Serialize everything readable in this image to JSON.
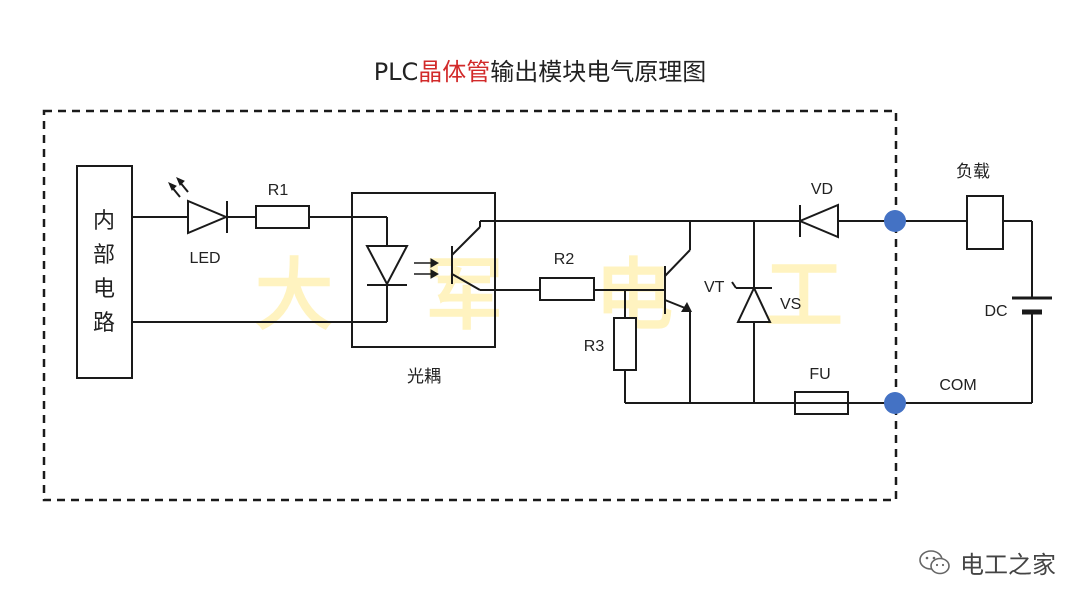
{
  "title": {
    "prefix": "PLC",
    "highlight": "晶体管",
    "suffix": "输出模块电气原理图",
    "highlight_color": "#d22a2a"
  },
  "labels": {
    "internal_circuit": [
      "内",
      "部",
      "电",
      "路"
    ],
    "led": "LED",
    "r1": "R1",
    "r2": "R2",
    "r3": "R3",
    "optocoupler": "光耦",
    "vt": "VT",
    "vs": "VS",
    "vd": "VD",
    "fu": "FU",
    "load": "负载",
    "dc": "DC",
    "com": "COM"
  },
  "colors": {
    "wire": "#1a1a1a",
    "terminal": "#4472c4",
    "background_watermark": "#fff3c0"
  },
  "background_watermark_text": [
    "大",
    "军",
    "电",
    "工"
  ],
  "watermark": {
    "icon": "wechat-icon",
    "text": "电工之家"
  }
}
